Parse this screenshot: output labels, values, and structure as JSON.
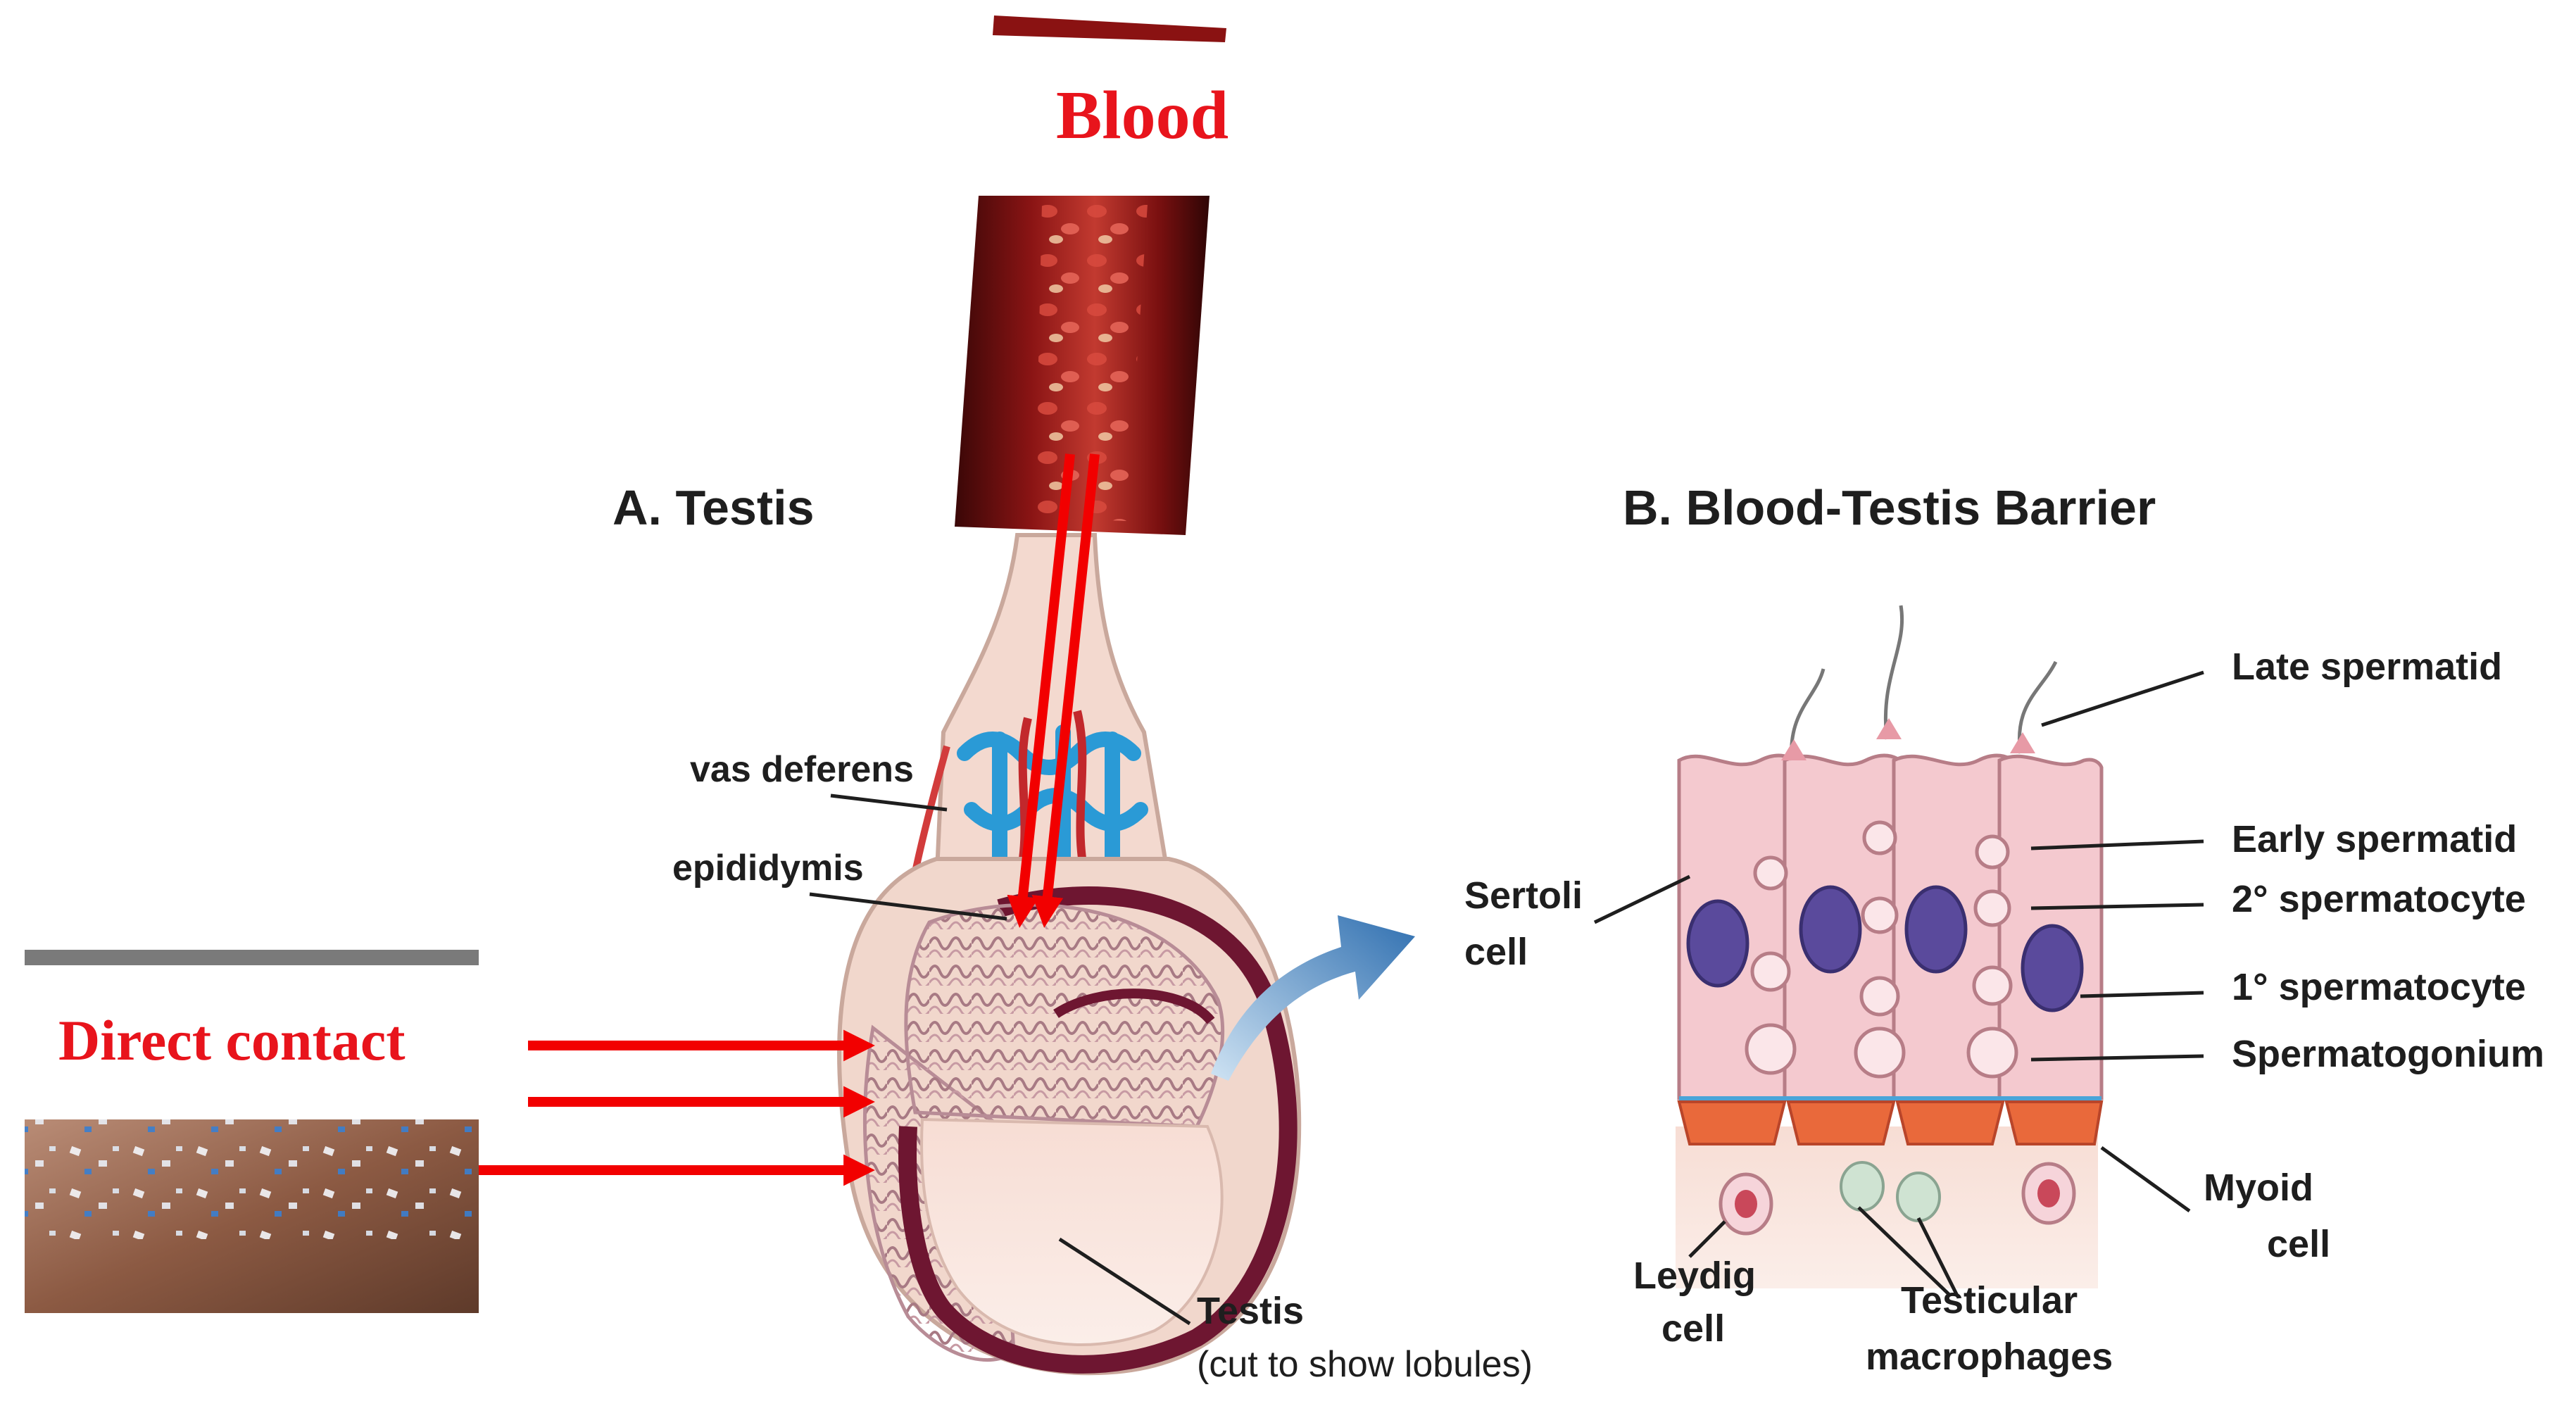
{
  "sources": {
    "blood": "Blood",
    "direct_contact": "Direct contact"
  },
  "panel_a": {
    "title": "A. Testis",
    "labels": {
      "vas_deferens": "vas deferens",
      "epididymis": "epididymis",
      "testis": "Testis",
      "testis_note": "(cut to show lobules)"
    }
  },
  "panel_b": {
    "title": "B. Blood-Testis Barrier",
    "labels": {
      "late_spermatid": "Late spermatid",
      "early_spermatid": "Early spermatid",
      "secondary_spermatocyte": "2° spermatocyte",
      "primary_spermatocyte": "1° spermatocyte",
      "spermatogonium": "Spermatogonium",
      "sertoli_line1": "Sertoli",
      "sertoli_line2": "cell",
      "myoid_line1": "Myoid",
      "myoid_line2": "cell",
      "leydig_line1": "Leydig",
      "leydig_line2": "cell",
      "macrophages_line1": "Testicular",
      "macrophages_line2": "macrophages"
    }
  },
  "colors": {
    "arrow_red": "#f20000",
    "label_red": "#e8141c",
    "link_arrow_blue": "#2f6fb0",
    "sertoli_pink": "#f4c9cf",
    "nucleus_purple": "#5a4a9c"
  }
}
